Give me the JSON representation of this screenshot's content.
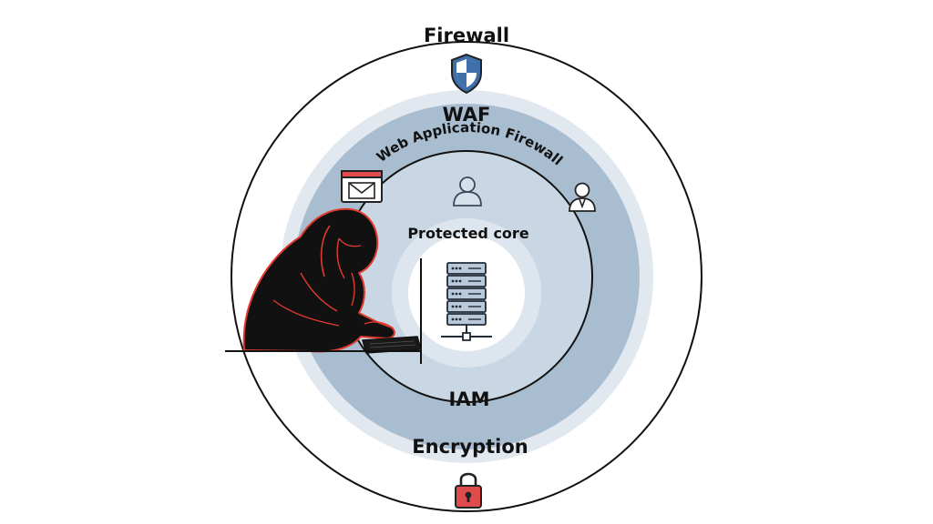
{
  "layers": {
    "firewall": "Firewall",
    "waf": "WAF",
    "waf_full": "Web Application Firewall",
    "core": "Protected core",
    "iam": "IAM",
    "encryption": "Encryption"
  },
  "icons": {
    "firewall": "shield-icon",
    "email": "email-window-icon",
    "user": "user-icon",
    "admin_user": "user-tie-icon",
    "hacker": "hooded-hacker-icon",
    "keyboard": "keyboard-icon",
    "server": "server-rack-icon",
    "lock": "padlock-icon"
  },
  "colors": {
    "outer_ring_stroke": "#111111",
    "waf_light": "#e2e8ef",
    "waf_band": "#a9bdd1",
    "inner_light": "#c9d7e4",
    "core_fill": "#ffffff",
    "hacker_outline": "#e03a2f",
    "shield_blue": "#3f6fa8",
    "lock_red": "#e04b4b"
  }
}
